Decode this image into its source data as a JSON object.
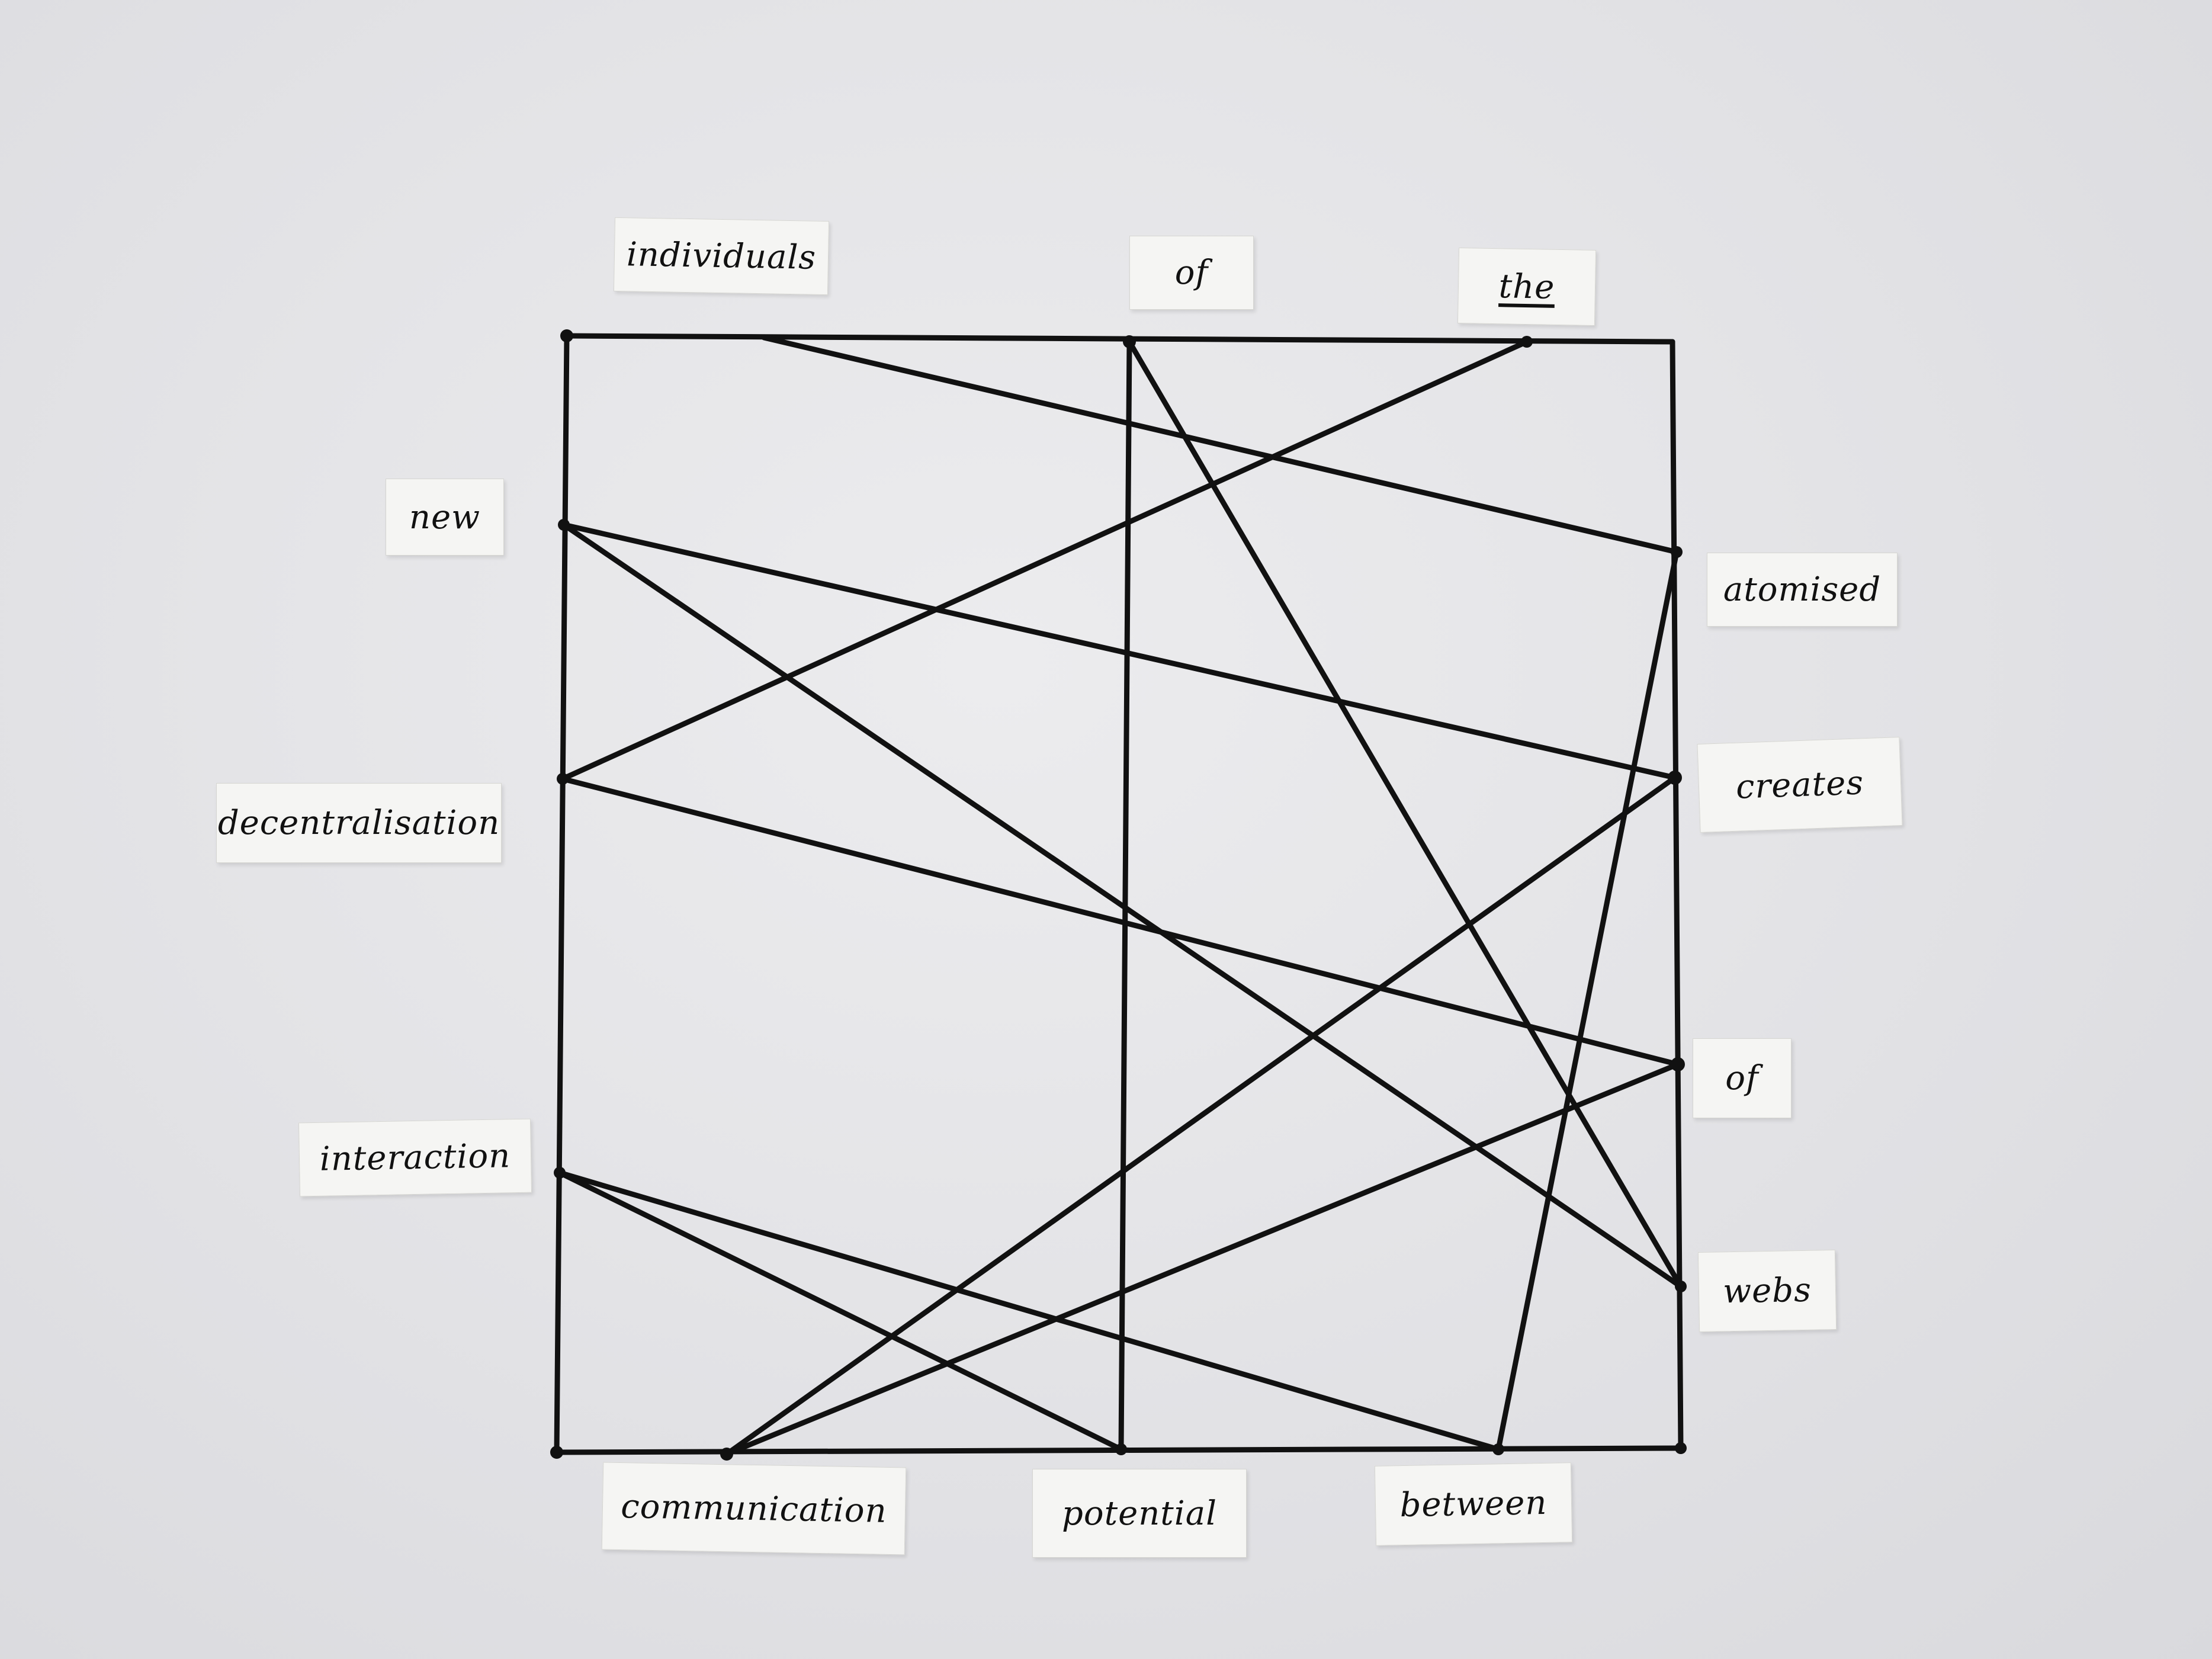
{
  "cards": {
    "individuals": "individuals",
    "of_top": "of",
    "the": "the",
    "new": "new",
    "atomised": "atomised",
    "decentralisation": "decentralisation",
    "creates": "creates",
    "of_right": "of",
    "interaction": "interaction",
    "webs": "webs",
    "communication": "communication",
    "potential": "potential",
    "between": "between"
  }
}
